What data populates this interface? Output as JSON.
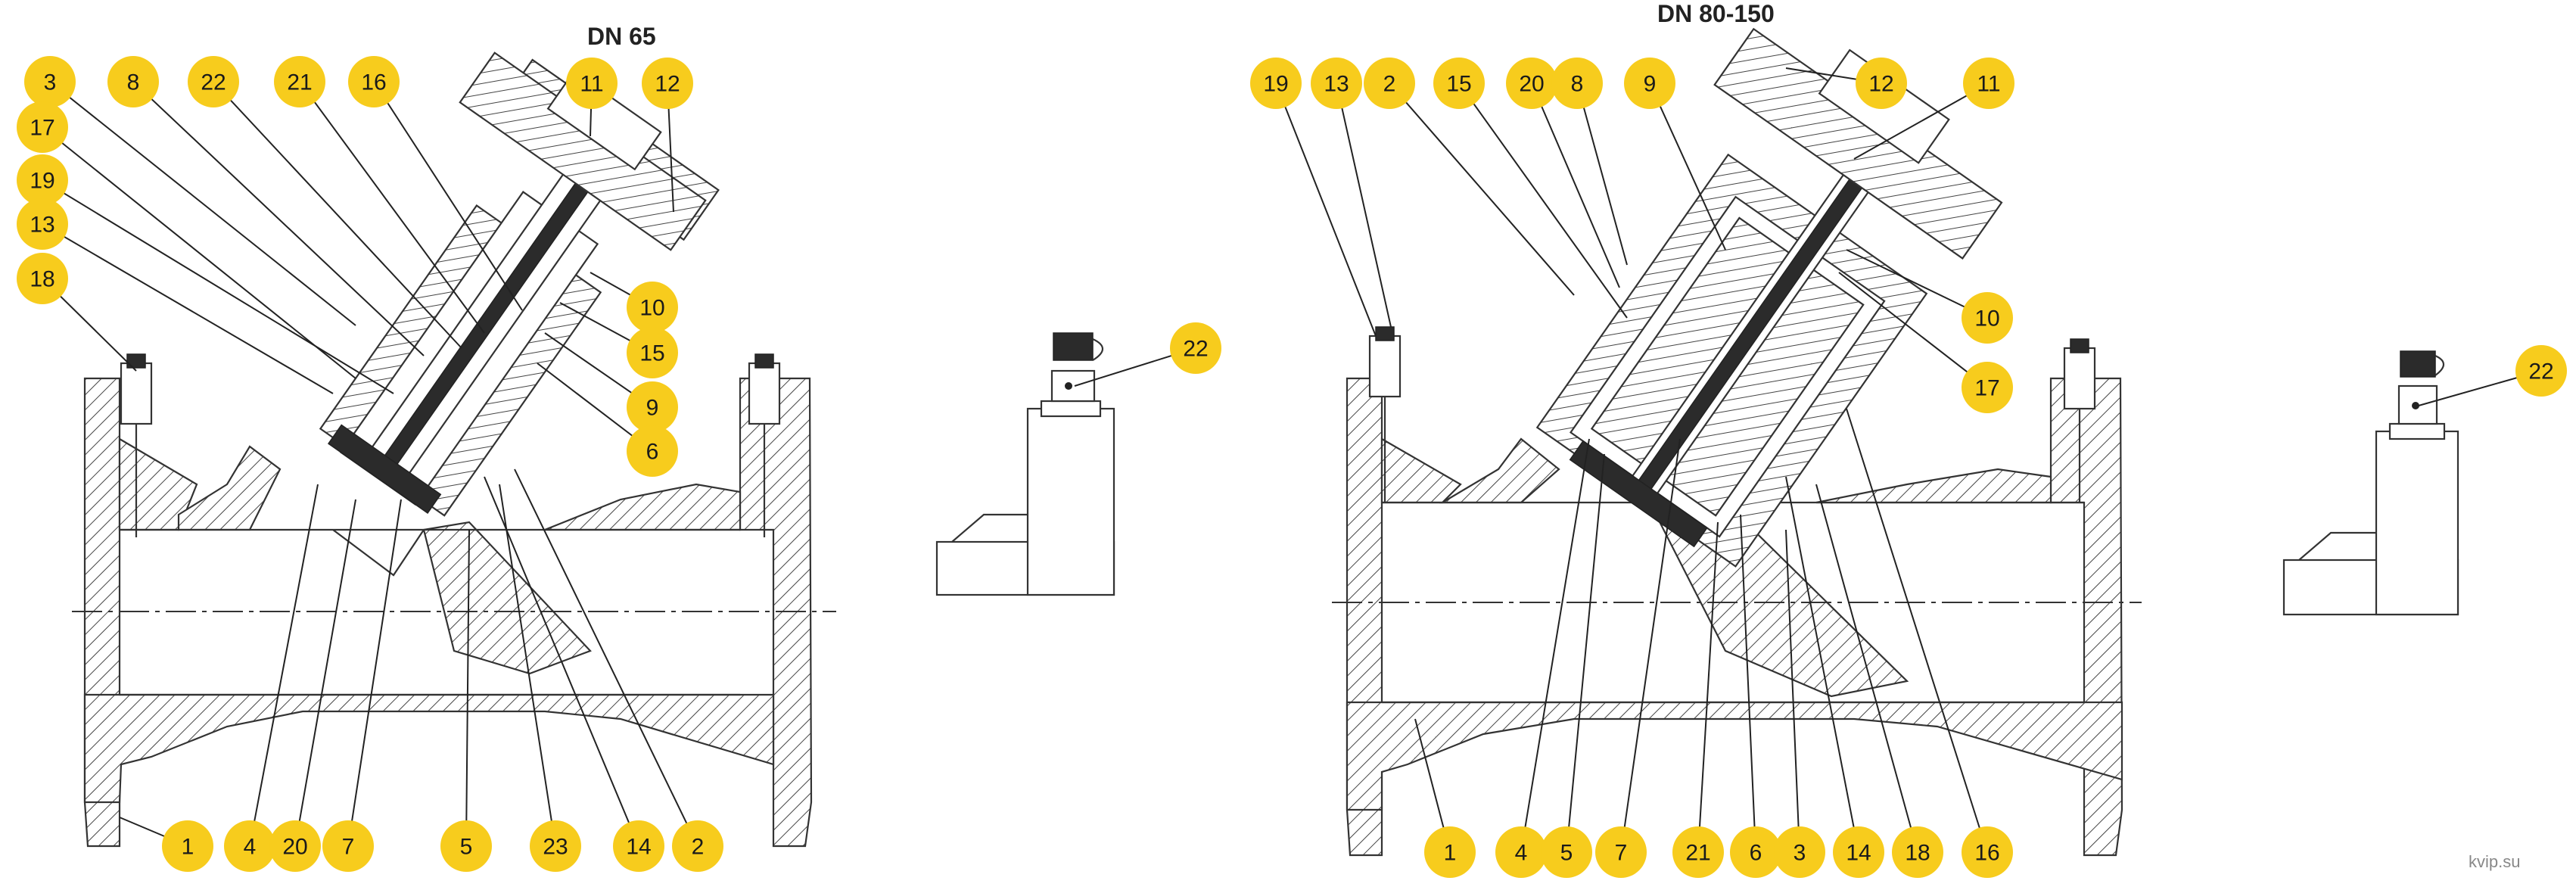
{
  "titles": {
    "left": "DN 65",
    "right": "DN 80-150"
  },
  "watermark": "kvip.su",
  "colors": {
    "callout": "#f7cc1d",
    "line": "#333333",
    "text": "#1a1a1a"
  },
  "left_callouts": [
    "3",
    "8",
    "22",
    "21",
    "16",
    "11",
    "12",
    "17",
    "19",
    "13",
    "18",
    "10",
    "15",
    "9",
    "6",
    "1",
    "4",
    "20",
    "7",
    "5",
    "23",
    "14",
    "2"
  ],
  "left_actuator_callouts": [
    "22"
  ],
  "right_callouts": [
    "19",
    "13",
    "2",
    "15",
    "20",
    "8",
    "9",
    "12",
    "11",
    "10",
    "17",
    "16",
    "1",
    "4",
    "5",
    "7",
    "21",
    "6",
    "3",
    "14",
    "18"
  ],
  "right_actuator_callouts": [
    "22"
  ]
}
